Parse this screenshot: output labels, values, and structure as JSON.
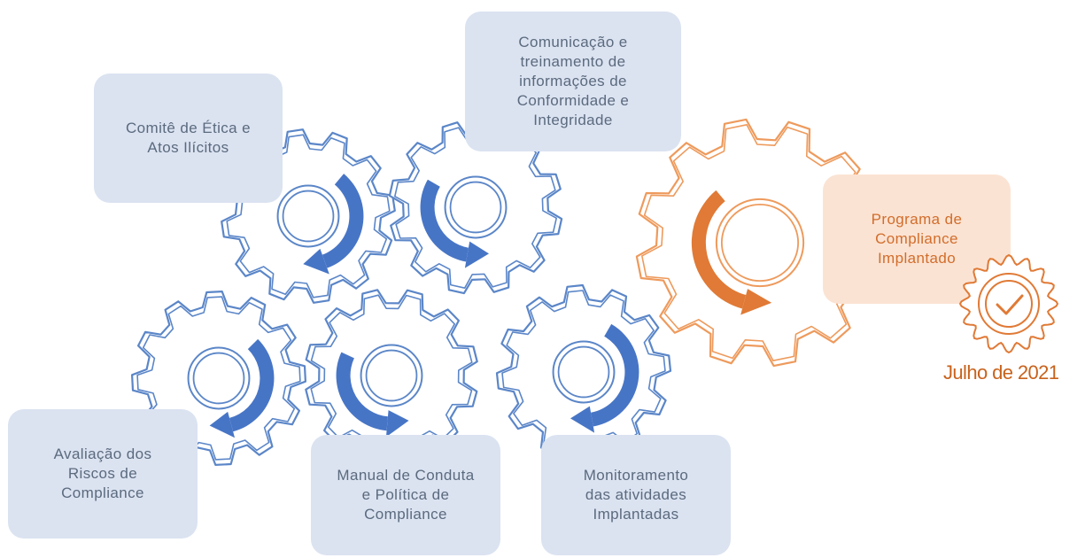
{
  "steps": [
    {
      "label": "Comitê de Ética e\nAtos Ilícitos"
    },
    {
      "label": "Comunicação e\ntreinamento de\ninformações de\nConformidade e\nIntegridade"
    },
    {
      "label": "Avaliação dos\nRiscos de\nCompliance"
    },
    {
      "label": "Manual de Conduta\ne Política de\nCompliance"
    },
    {
      "label": "Monitoramento\ndas atividades\nImplantadas"
    }
  ],
  "result": {
    "label": "Programa de\nCompliance\nImplantado",
    "date": "Julho de 2021"
  },
  "colors": {
    "gear_blue": "#5b86c8",
    "arrow_blue": "#4775c6",
    "gear_orange": "#ee9a5c",
    "arrow_orange": "#e07a36",
    "box_blue": "#dbe3f1",
    "box_orange": "#fbe3d3"
  },
  "icons": [
    "gear-icon",
    "rotate-arrow-icon",
    "certificate-badge-icon",
    "check-icon"
  ]
}
